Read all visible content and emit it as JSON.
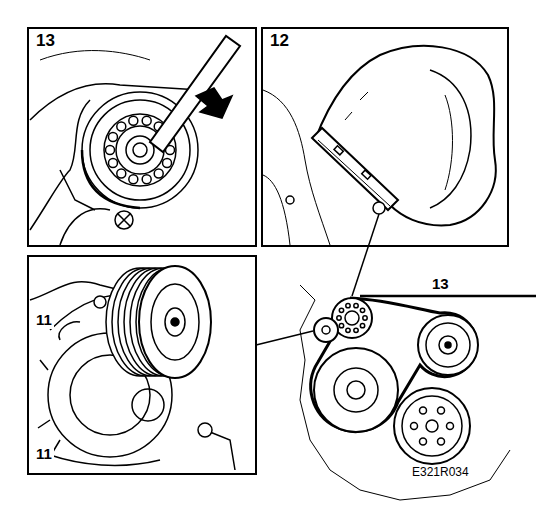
{
  "diagram": {
    "labels": [
      "13",
      "12",
      "11",
      "11",
      "13",
      "E321R034"
    ]
  }
}
